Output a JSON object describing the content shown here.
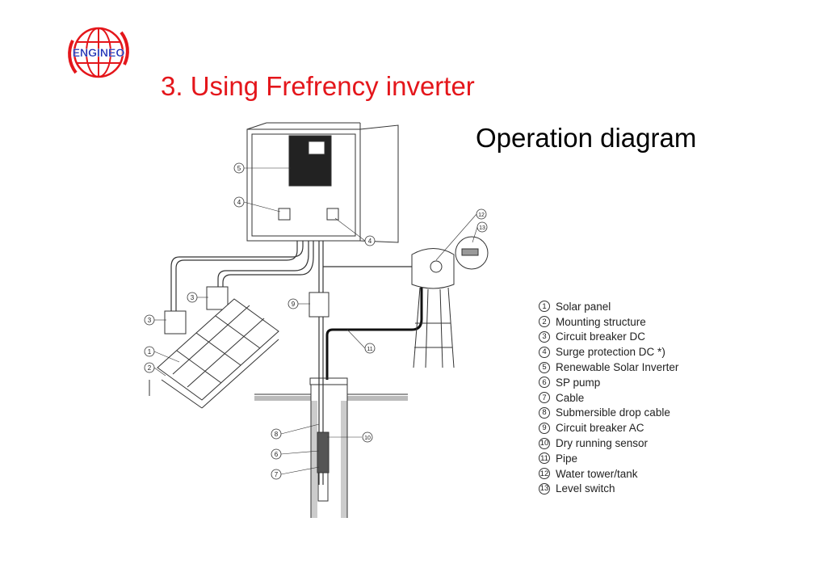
{
  "logo": {
    "text": "ENGINEO",
    "brand_color": "#e4161b",
    "text_color": "#1d2fb5"
  },
  "title": "3. Using Frefrency inverter",
  "subtitle": "Operation diagram",
  "callouts": [
    "5",
    "4",
    "4",
    "12",
    "13",
    "3",
    "3",
    "9",
    "1",
    "2",
    "11",
    "8",
    "10",
    "6",
    "7"
  ],
  "legend": [
    {
      "num": "1",
      "label": "Solar panel"
    },
    {
      "num": "2",
      "label": "Mounting structure"
    },
    {
      "num": "3",
      "label": "Circuit breaker DC"
    },
    {
      "num": "4",
      "label": "Surge protection DC *)"
    },
    {
      "num": "5",
      "label": "Renewable Solar Inverter"
    },
    {
      "num": "6",
      "label": "SP pump"
    },
    {
      "num": "7",
      "label": "Cable"
    },
    {
      "num": "8",
      "label": "Submersible drop cable"
    },
    {
      "num": "9",
      "label": "Circuit breaker AC"
    },
    {
      "num": "10",
      "label": "Dry running sensor"
    },
    {
      "num": "11",
      "label": "Pipe"
    },
    {
      "num": "12",
      "label": "Water tower/tank"
    },
    {
      "num": "13",
      "label": "Level switch"
    }
  ]
}
